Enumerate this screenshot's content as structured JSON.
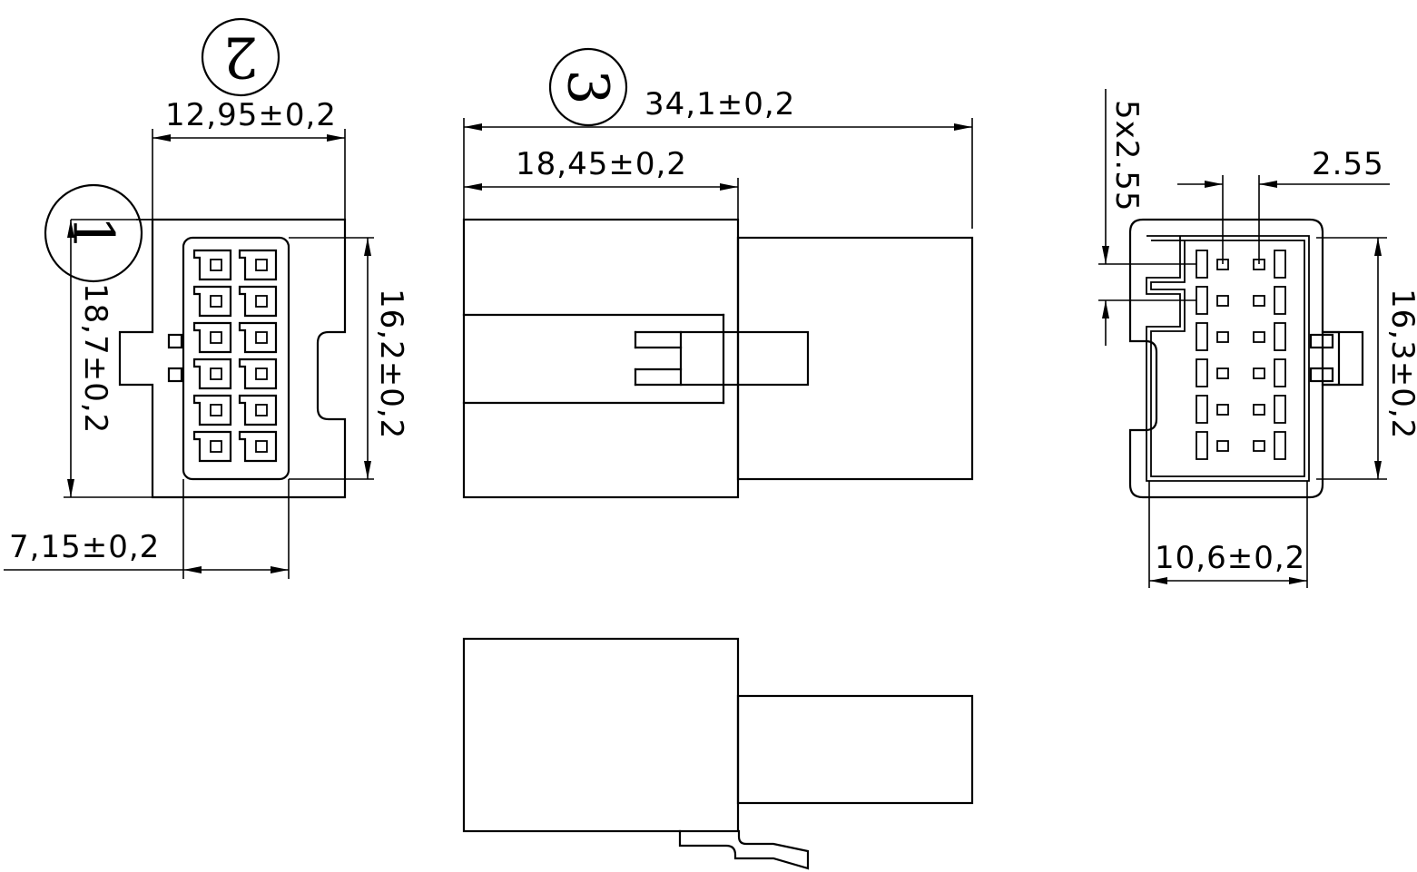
{
  "callouts": {
    "c1": "1",
    "c2": "2",
    "c3": "3"
  },
  "dimensions": {
    "front_width": "12,95±0,2",
    "front_height": "18,7±0,2",
    "front_inner_height": "16,2±0,2",
    "front_inner_width": "7,15±0,2",
    "side_total_length": "34,1±0,2",
    "side_body_length": "18,45±0,2",
    "rear_pitch_vertical": "5x2.55",
    "rear_pitch_horizontal": "2.55",
    "rear_inner_height": "16,3±0,2",
    "rear_inner_width": "10,6±0,2"
  },
  "colors": {
    "line": "#000000",
    "background": "#ffffff"
  }
}
